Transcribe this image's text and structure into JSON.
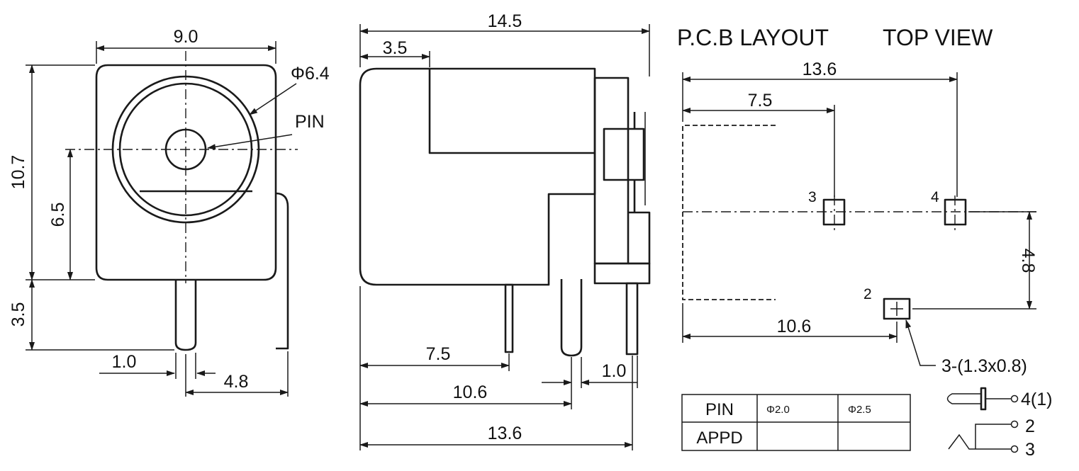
{
  "front_view": {
    "width_label": "9.0",
    "height_label": "10.7",
    "center_height_label": "6.5",
    "pin_length_label": "3.5",
    "pin_width_label": "1.0",
    "pin_spacing_label": "4.8",
    "diameter_label": "Φ6.4",
    "pin_callout": "PIN"
  },
  "side_view": {
    "length_label": "14.5",
    "front_offset_label": "3.5",
    "pin1_label": "7.5",
    "pin2_label": "10.6",
    "pin3_label": "13.6",
    "pin_width_label": "1.0"
  },
  "pcb_layout": {
    "title": "P.C.B LAYOUT",
    "subtitle": "TOP VIEW",
    "width_label": "13.6",
    "pin3_offset_label": "7.5",
    "pin2_offset_label": "10.6",
    "vertical_label": "4.8",
    "pad_labels": [
      "3",
      "4",
      "2"
    ],
    "hole_callout": "3-(1.3x0.8)"
  },
  "pin_table": {
    "rows": [
      {
        "label": "PIN",
        "col1": "Φ2.0",
        "col2": "Φ2.5"
      },
      {
        "label": "APPD",
        "col1": "",
        "col2": ""
      }
    ]
  },
  "schematic": {
    "labels": [
      "4(1)",
      "2",
      "3"
    ]
  }
}
